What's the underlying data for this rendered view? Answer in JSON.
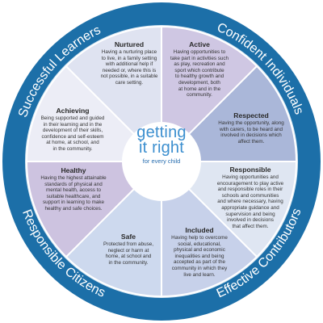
{
  "colors": {
    "ring": "#1c6fa8",
    "ring_inner": "#d7e7f3",
    "ring_text": "#ffffff",
    "divider": "#ffffff",
    "logo": "#3c8fcf"
  },
  "outer_labels": {
    "top_left": "Successful Learners",
    "top_right": "Confident Individuals",
    "bottom_left": "Responsible Citizens",
    "bottom_right": "Effective Contributors"
  },
  "center": {
    "line1": "getting",
    "line2": "it right",
    "line3": "for every child"
  },
  "segments": [
    {
      "id": "active",
      "title": "Active",
      "color": "#cfc7e3",
      "desc": [
        "Having opportunities to",
        "take part in activities such",
        "as play, recreation and",
        "sport which contribute",
        "to healthy growth and",
        "development, both",
        "at home and in the",
        "community."
      ]
    },
    {
      "id": "respected",
      "title": "Respected",
      "color": "#aab7d9",
      "desc": [
        "Having the opportunity, along",
        "with carers, to be heard and",
        "involved in decisions which",
        "affect them."
      ]
    },
    {
      "id": "responsible",
      "title": "Responsible",
      "color": "#dfe6f2",
      "desc": [
        "Having opportunities and",
        "encouragement to play active",
        "and responsible roles in their",
        "schools and communities",
        "and where necessary, having",
        "appropriate guidance and",
        "supervision and being",
        "involved in decisions",
        "that affect them."
      ]
    },
    {
      "id": "included",
      "title": "Included",
      "color": "#c7d1ea",
      "desc": [
        "Having help to overcome",
        "social, educational,",
        "physical and economic",
        "inequalities and being",
        "accepted as part of the",
        "community in which they",
        "live and learn."
      ]
    },
    {
      "id": "safe",
      "title": "Safe",
      "color": "#cdd9ee",
      "desc": [
        "Protected from abuse,",
        "neglect or harm at",
        "home, at school and",
        "in the community."
      ]
    },
    {
      "id": "healthy",
      "title": "Healthy",
      "color": "#cdc3e0",
      "desc": [
        "Having the highest attainable",
        "standards of physical and",
        "mental health, access to",
        "suitable healthcare, and",
        "support in learning to make",
        "healthy and safe choices."
      ]
    },
    {
      "id": "achieving",
      "title": "Achieving",
      "color": "#ecedf6",
      "desc": [
        "Being supported and guided",
        "in their learning and in the",
        "development of their skills,",
        "confidence and self-esteem",
        "at home, at school, and",
        "in the community."
      ]
    },
    {
      "id": "nurtured",
      "title": "Nurtured",
      "color": "#dfe3f1",
      "desc": [
        "Having a nurturing place",
        "to live, in a family setting",
        "with additional help if",
        "needed or, where this is",
        "not possible, in a suitable",
        "care setting."
      ]
    }
  ]
}
